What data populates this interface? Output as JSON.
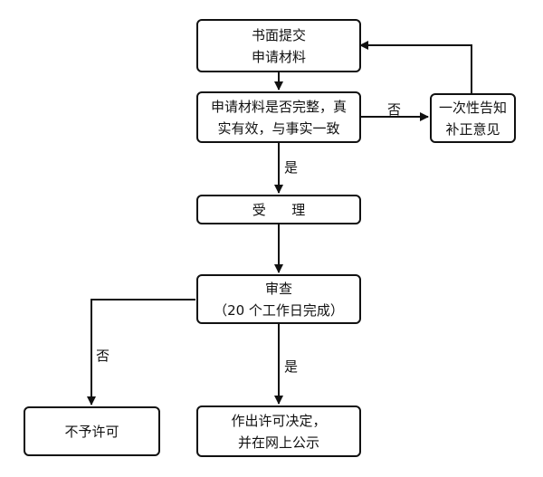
{
  "nodes": {
    "submit": {
      "lines": [
        "书面提交",
        "申请材料"
      ]
    },
    "check": {
      "lines": [
        "申请材料是否完整，真",
        "实有效，与事实一致"
      ]
    },
    "notify": {
      "lines": [
        "一次性告知",
        "补正意见"
      ]
    },
    "accept": {
      "lines": [
        "受      理"
      ]
    },
    "review": {
      "lines": [
        "审查",
        "（20 个工作日完成）"
      ]
    },
    "deny": {
      "lines": [
        "不予许可"
      ]
    },
    "grant": {
      "lines": [
        "作出许可决定，",
        "并在网上公示"
      ]
    }
  },
  "edge_labels": {
    "check_notify": "否",
    "check_accept": "是",
    "review_deny": "否",
    "review_grant": "是"
  }
}
